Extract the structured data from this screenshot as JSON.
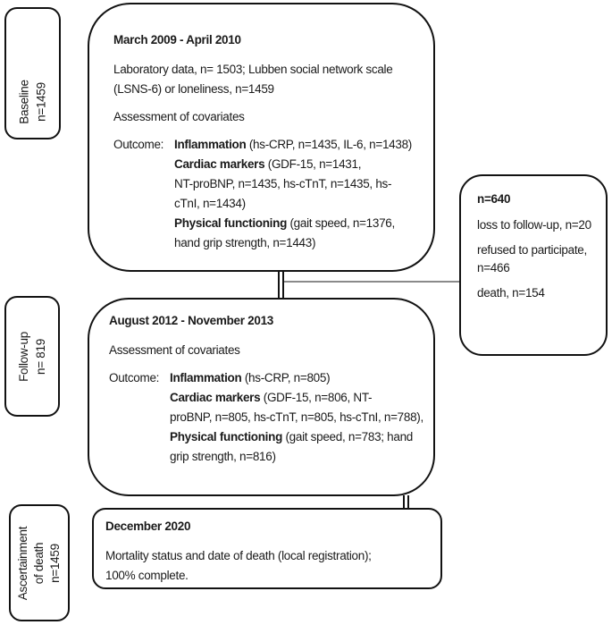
{
  "stage_labels": {
    "baseline": {
      "lines": [
        "Baseline",
        "n=1459"
      ]
    },
    "followup": {
      "lines": [
        "Follow-up",
        "n= 819"
      ]
    },
    "ascertainment": {
      "lines": [
        "Ascertainment",
        "of death",
        "n=1459"
      ]
    }
  },
  "baseline_box": {
    "title": "March 2009 - April 2010",
    "lab_line1": "Laboratory data, n= 1503; Lubben social network scale",
    "lab_line2": "(LSNS-6) or loneliness, n=1459",
    "covariates": "Assessment of covariates",
    "outcome_label": "Outcome:",
    "outcome_lines": [
      {
        "bold": "Inflammation",
        "text": " (hs-CRP, n=1435, IL-6, n=1438)"
      },
      {
        "bold": "Cardiac markers",
        "text": " (GDF-15, n=1431,"
      },
      {
        "bold": "",
        "text": "NT-proBNP, n=1435, hs-cTnT, n=1435, hs-"
      },
      {
        "bold": "",
        "text": "cTnI, n=1434)"
      },
      {
        "bold": "Physical functioning",
        "text": " (gait speed, n=1376,"
      },
      {
        "bold": "",
        "text": "hand grip strength, n=1443)"
      }
    ]
  },
  "followup_box": {
    "title": "August 2012 - November 2013",
    "covariates": "Assessment of covariates",
    "outcome_label": "Outcome:",
    "outcome_lines": [
      {
        "bold": "Inflammation",
        "text": " (hs-CRP, n=805)"
      },
      {
        "bold": "Cardiac markers",
        "text": " (GDF-15, n=806, NT-"
      },
      {
        "bold": "",
        "text": "proBNP, n=805, hs-cTnT, n=805, hs-cTnI, n=788),"
      },
      {
        "bold": "Physical functioning",
        "text": " (gait speed, n=783; hand"
      },
      {
        "bold": "",
        "text": "grip strength, n=816)"
      }
    ]
  },
  "dropout_box": {
    "title": "n=640",
    "item1": "loss to follow-up, n=20",
    "item2_line1": "refused to participate,",
    "item2_line2": "n=466",
    "item3": "death, n=154"
  },
  "death_box": {
    "title": "December 2020",
    "line1": "Mortality status and date of death (local registration);",
    "line2": "100% complete."
  },
  "colors": {
    "box_border": "#121212",
    "connector_gray": "#8a8a8a",
    "background": "#ffffff",
    "text": "#1a1a1a"
  }
}
